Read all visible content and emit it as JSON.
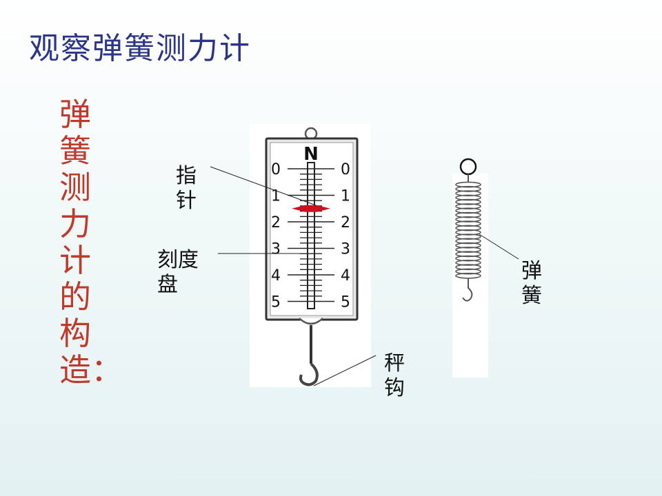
{
  "slide": {
    "title": "观察弹簧测力计",
    "vertical_title": "弹簧测力计的构造："
  },
  "scale": {
    "unit": "N",
    "ticks": [
      "0",
      "1",
      "2",
      "3",
      "4",
      "5"
    ],
    "pointer_reading": 1.5
  },
  "labels": {
    "pointer": "指针",
    "dial": "刻度盘",
    "spring": "弹簧",
    "hook": "秤钩"
  },
  "colors": {
    "title": "#2c3489",
    "vertical_title": "#c0392b",
    "pointer": "#cc1122"
  }
}
